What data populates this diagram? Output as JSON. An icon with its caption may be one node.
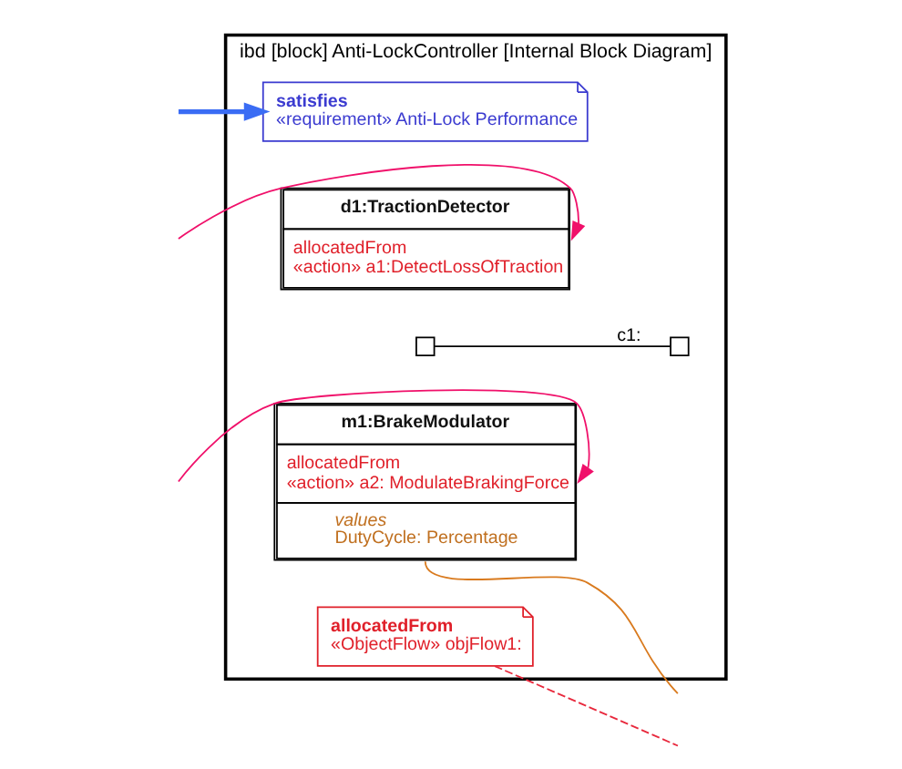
{
  "diagram": {
    "nodes": [
      {
        "text": [
          "ibd [block] Anti-LockController [Internal Block Diagram]"
        ]
      },
      {
        "text": [
          "satisfies",
          "«requirement» Anti-Lock Performance"
        ],
        "in": 0
      },
      {
        "text": [
          "d1:TractionDetector",
          "allocatedFrom",
          "«action» a1:DetectLossOfTraction"
        ],
        "in": 0
      },
      {
        "text": [
          "m1:BrakeModulator",
          "allocatedFrom",
          "«action» a2: ModulateBrakingForce",
          "values",
          "DutyCycle: Percentage"
        ],
        "in": 0
      },
      {
        "text": [],
        "shape": "box",
        "in": 0
      },
      {
        "text": [],
        "shape": "box",
        "in": 0
      },
      {
        "text": [
          "allocatedFrom",
          "«ObjectFlow» objFlow1:"
        ],
        "in": 0
      }
    ],
    "edges": [
      {
        "from": 4,
        "to": 5,
        "arrow": "none",
        "label": "c1:",
        "color": "#000000"
      },
      {
        "from": 6,
        "to": null,
        "arrow": "none",
        "style": "dashed",
        "color": "#e8283c"
      },
      {
        "from": null,
        "to": 1,
        "arrow": "to",
        "style": "thick",
        "color": "#3a6cf4"
      },
      {
        "from": null,
        "to": 2,
        "arrow": "to",
        "color": "#f0106a"
      },
      {
        "from": null,
        "to": 3,
        "arrow": "to",
        "color": "#f0106a"
      },
      {
        "from": 3,
        "to": null,
        "arrow": "none",
        "color": "#d97a1e"
      }
    ]
  }
}
